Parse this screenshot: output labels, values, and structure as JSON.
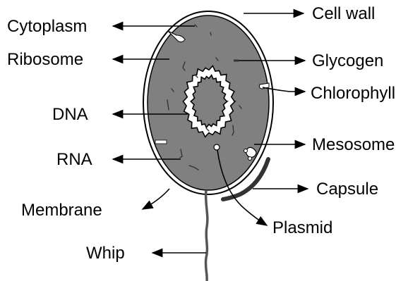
{
  "labels": {
    "cytoplasm": "Cytoplasm",
    "ribosome": "Ribosome",
    "dna": "DNA",
    "rna": "RNA",
    "membrane": "Membrane",
    "whip": "Whip",
    "cell_wall": "Cell wall",
    "glycogen": "Glycogen",
    "chlorophyll": "Chlorophyll",
    "mesosome": "Mesosome",
    "capsule": "Capsule",
    "plasmid": "Plasmid"
  },
  "colors": {
    "cytoplasm_fill": "#808080",
    "cell_wall": "#ffffff",
    "outline": "#000000",
    "capsule": "#333333",
    "dna_fill": "#ffffff"
  }
}
